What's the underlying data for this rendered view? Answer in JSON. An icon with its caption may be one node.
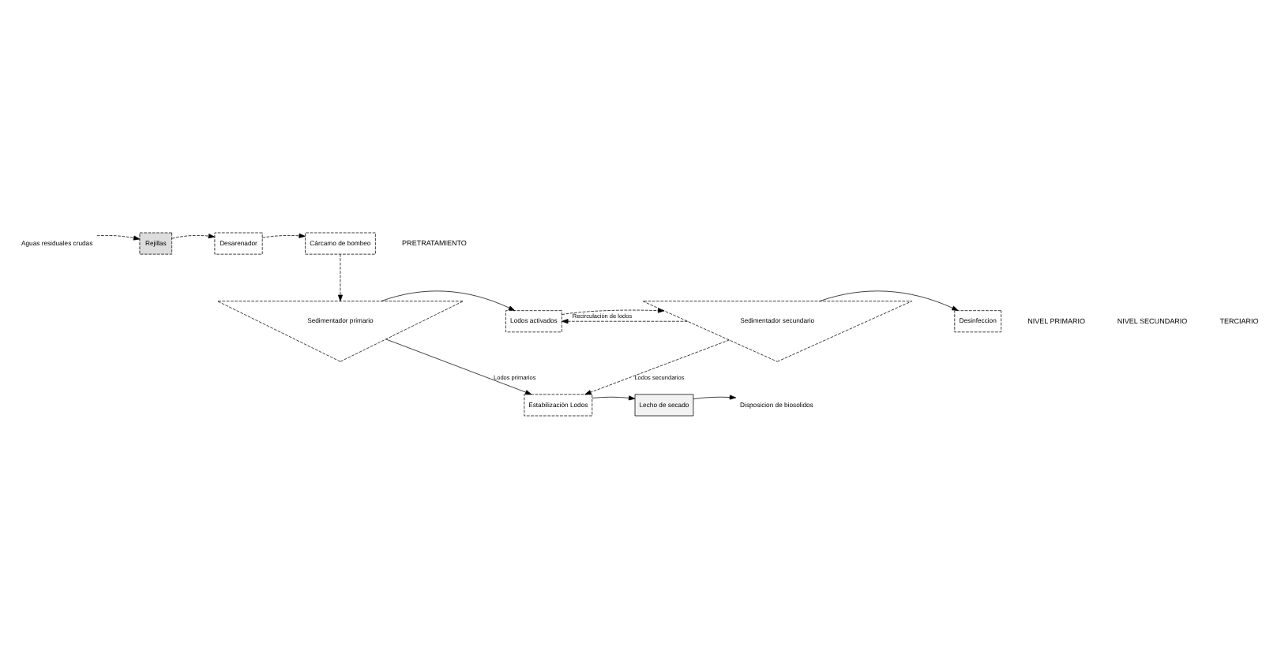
{
  "diagram": {
    "nodes": [
      {
        "text": [
          "Aguas residuales crudas"
        ]
      },
      {
        "text": [
          "Rejillas"
        ]
      },
      {
        "text": [
          "Desarenador"
        ]
      },
      {
        "text": [
          "Cárcamo de bombeo"
        ]
      },
      {
        "text": [
          "Sedimentador primario"
        ]
      },
      {
        "text": [
          "Lodos activados"
        ]
      },
      {
        "text": [
          "Sedimentador secundario"
        ]
      },
      {
        "text": [
          "Desinfeccion"
        ]
      },
      {
        "text": [
          "Estabilización Lodos"
        ]
      },
      {
        "text": [
          "Lecho de secado"
        ]
      },
      {
        "text": [
          "Disposicion de biosolidos"
        ]
      }
    ],
    "edges": [
      {
        "from": 0,
        "to": 1,
        "arrow": "to",
        "style": "dashed"
      },
      {
        "from": 1,
        "to": 2,
        "arrow": "to",
        "style": "dashed"
      },
      {
        "from": 2,
        "to": 3,
        "arrow": "to",
        "style": "dashed"
      },
      {
        "from": 3,
        "to": 4,
        "arrow": "to",
        "style": "dashed"
      },
      {
        "from": 4,
        "to": 5,
        "arrow": "to"
      },
      {
        "from": 5,
        "to": 6,
        "arrow": "to",
        "style": "dashed"
      },
      {
        "from": 6,
        "to": 7,
        "arrow": "to"
      },
      {
        "from": 6,
        "to": 5,
        "arrow": "to",
        "label": "Recirculación de lodos",
        "style": "dashed"
      },
      {
        "from": 6,
        "to": 8,
        "arrow": "to",
        "label": "Lodos secundarios",
        "style": "dashed"
      },
      {
        "from": 4,
        "to": 8,
        "arrow": "to",
        "label": "Lodos primarios"
      },
      {
        "from": 8,
        "to": 9,
        "arrow": "to"
      },
      {
        "from": 9,
        "to": 10,
        "arrow": "to"
      }
    ],
    "labels": [
      "PRETRATAMIENTO",
      "NIVEL PRIMARIO",
      "NIVEL SECUNDARIO",
      "TERCIARIO"
    ]
  }
}
